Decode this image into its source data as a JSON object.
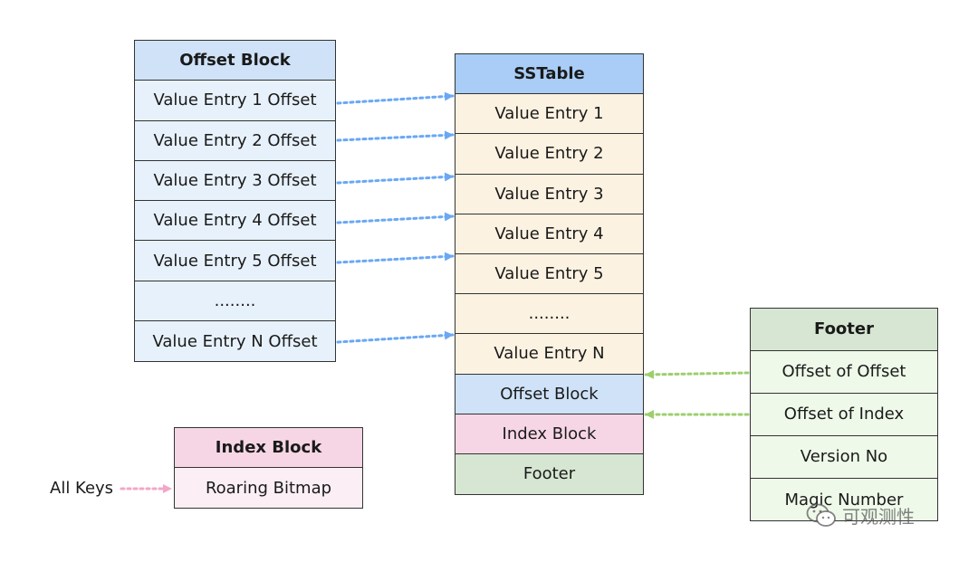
{
  "offset_block": {
    "title": "Offset Block",
    "rows": [
      "Value Entry 1 Offset",
      "Value Entry 2 Offset",
      "Value Entry 3 Offset",
      "Value Entry 4 Offset",
      "Value Entry 5 Offset",
      "........",
      "Value Entry N Offset"
    ]
  },
  "sstable": {
    "title": "SSTable",
    "rows": [
      "Value Entry 1",
      "Value Entry 2",
      "Value Entry 3",
      "Value Entry 4",
      "Value Entry 5",
      "........",
      "Value Entry N",
      "Offset Block",
      "Index Block",
      "Footer"
    ]
  },
  "footer_block": {
    "title": "Footer",
    "rows": [
      "Offset of Offset",
      "Offset of Index",
      "Version No",
      "Magic Number"
    ]
  },
  "index_block": {
    "title": "Index Block",
    "rows": [
      "Roaring Bitmap"
    ]
  },
  "all_keys_label": "All Keys",
  "watermark": {
    "text": "可观测性",
    "icon": "wechat-icon"
  },
  "colors": {
    "offset_arrow": "#6aa8f4",
    "footer_arrow": "#9ccf6e",
    "keys_arrow": "#f2a7c8",
    "sstable_header": "#a9cdf7",
    "value_entry": "#fcf2e2",
    "offset_block": "#cfe2f7",
    "index_block": "#f6d6e5",
    "footer_header": "#d6e6d2"
  }
}
